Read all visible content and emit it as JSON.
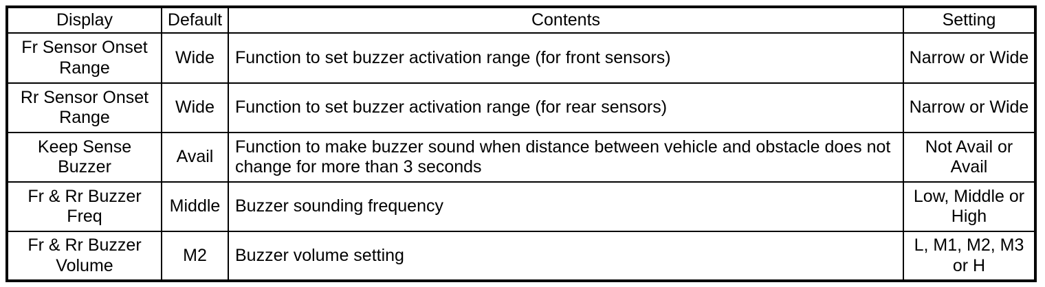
{
  "table": {
    "columns": [
      {
        "key": "display",
        "label": "Display"
      },
      {
        "key": "default",
        "label": "Default"
      },
      {
        "key": "contents",
        "label": "Contents"
      },
      {
        "key": "setting",
        "label": "Setting"
      }
    ],
    "rows": [
      {
        "display": "Fr Sensor Onset Range",
        "default": "Wide",
        "contents": "Function to set buzzer activation range (for front sensors)",
        "setting": "Narrow or Wide"
      },
      {
        "display": "Rr Sensor Onset Range",
        "default": "Wide",
        "contents": "Function to set buzzer activation range (for rear sensors)",
        "setting": "Narrow or Wide"
      },
      {
        "display": "Keep Sense Buzzer",
        "default": "Avail",
        "contents": "Function to make buzzer sound when distance between vehicle and obstacle does not change for more than 3 seconds",
        "setting": "Not Avail or Avail"
      },
      {
        "display": "Fr & Rr Buzzer Freq",
        "default": "Middle",
        "contents": "Buzzer sounding frequency",
        "setting": "Low, Middle or High"
      },
      {
        "display": "Fr & Rr Buzzer Volume",
        "default": "M2",
        "contents": "Buzzer volume setting",
        "setting": "L, M1, M2, M3 or H"
      }
    ]
  },
  "colors": {
    "border": "#000000",
    "text": "#000000",
    "background": "#ffffff"
  }
}
